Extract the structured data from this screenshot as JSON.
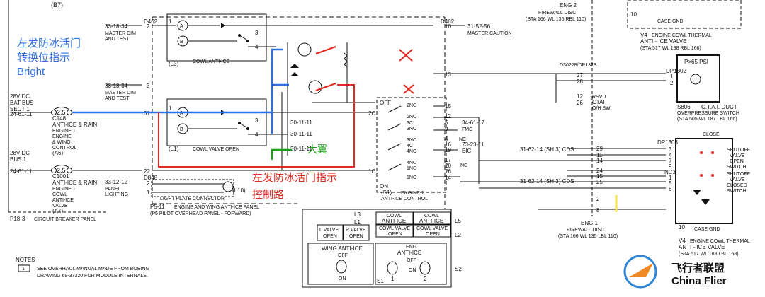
{
  "left": {
    "b7": "(B7)",
    "dc_bat": "28V DC",
    "bat_bus": "BAT BUS",
    "sect1": "SECT 1",
    "ref_a": "24-61-11",
    "pin_25a": "2.5",
    "c148": "C148",
    "anti_ice_rain_a": "ANTI-ICE & RAIN",
    "engine1_a": "ENGINE 1",
    "engine_a": "ENGINE",
    "wing": "& WING",
    "control": "CONTROL",
    "a6": "(A6)",
    "dc_bus": "28V DC",
    "bus1": "BUS 1",
    "ref_b": "24-61-11",
    "pin_25b": "2.5",
    "c1001": "C1001",
    "anti_ice_rain_b": "ANTI-ICE & RAIN",
    "engine1_b": "ENGINE 1",
    "cowl": "COWL",
    "anti_ice_b": "ANTI-ICE",
    "valve": "VALVE",
    "a7": "(A7)",
    "p18": "P18-3",
    "cb_panel": "CIRCUIT BREAKER PANEL"
  },
  "mid_left": {
    "ref1": "33-18-34",
    "master_dim1": "MASTER DIM",
    "and_test1": "AND TEST",
    "ref2": "33-18-34",
    "master_dim2": "MASTER DIM",
    "and_test2": "AND TEST",
    "d462": "D462",
    "pin2": "2",
    "pin3": "3",
    "pin31": "31",
    "pin22": "22",
    "d848": "D848",
    "pin2b": "2",
    "pin1b": "1",
    "ref3": "33-12-12",
    "panel": "PANEL",
    "lighting": "LIGHTING",
    "light_plate": "LIGHT PLATE CONNECTOR",
    "l10": "(L10)",
    "p5": "P5-11",
    "p5_desc1": "ENGINE AND WING ANTI-ICE PANEL",
    "p5_desc2": "(P5 PILOT OVERHEAD PANEL - FORWARD)"
  },
  "modules": {
    "l3": "(L3)",
    "l3_title": "COWL ANTI-ICE",
    "l1": "(L1)",
    "l1_title": "COWL VALVE OPEN",
    "bulb_a": "A",
    "bulb_b": "B",
    "ref_30a": "30-11-11",
    "ref_30b": "30-11-11",
    "ref_30c": "30-11-11",
    "pin1": "1",
    "pin2": "2",
    "pin3": "3",
    "pin4": "4"
  },
  "switch": {
    "off": "OFF",
    "on": "ON",
    "s1": "(S1)",
    "label1": "ENGINE 1",
    "label2": "ANTI-ICE CONTROL",
    "contacts": [
      "2NC",
      "2NO",
      "3C",
      "3NO",
      "3NC",
      "4C",
      "4NO",
      "4NC",
      "1NC",
      "1NO"
    ],
    "c2": "2C",
    "c1": "1C",
    "pins": [
      "15",
      "12",
      "5",
      "9",
      "4",
      "16",
      "19",
      "17",
      "20",
      "26",
      "14"
    ],
    "ref_fmc": "34-61-17",
    "fmc": "FMC",
    "nc": "NC",
    "ref_eic": "73-23-11",
    "eic": "EIC",
    "nc2": "NC"
  },
  "center": {
    "d462b": "D462",
    "p10": "10",
    "p13": "13",
    "ref_mc": "31-52-56",
    "master_caution": "MASTER CAUTION",
    "eng2": "ENG 2",
    "fw_disc2": "FIREWALL DISC",
    "sta2": "(STA 166 WL 135 RBL 110)",
    "d30228": "D30228/DP1328",
    "p27": "27",
    "p28": "28",
    "p12": "12",
    "p26": "26",
    "rsvd": "RSVD",
    "ctai": "CTAI",
    "oh_sw": "O/H SW",
    "cds1": "31-62-14 (SH 3) CDS",
    "cds2": "31-62-14 (SH 3) CDS",
    "r29": "29",
    "r11": "11",
    "r14": "14",
    "r24": "24",
    "r15": "15",
    "r25": "25",
    "r2": "2",
    "r8": "8",
    "eng1": "ENG 1",
    "fw_disc1": "FIREWALL DISC",
    "sta1": "(STA 166 WL 135 LBL 110)"
  },
  "right": {
    "p10": "10",
    "case_gnd1": "CASE GND",
    "v4_top": "V4",
    "cowl_thermal1": "ENGINE COWL THERMAL",
    "anti_ice_valve1": "ANTI - ICE VALVE",
    "sta_v4_top": "(STA 517 WL 188 RBL 168)",
    "psi": "P>65 PSI",
    "dp1302": "DP1302",
    "p1": "1",
    "p2": "2",
    "s806": "S806",
    "duct": "C.T.A.I. DUCT",
    "ovp": "OVERPRESSURE SWITCH",
    "sta_s806": "(STA 505 WL 187 LBL 166)",
    "close": "CLOSE",
    "dp1303": "DP1303",
    "pins": [
      "3",
      "4",
      "7",
      "9",
      "NC3",
      "1",
      "5",
      "6"
    ],
    "shutoff1": "SHUTOFF",
    "valve1": "VALVE",
    "open1": "OPEN",
    "switch1": "SWITCH",
    "shutoff2": "SHUTOFF",
    "valve2": "VALVE",
    "closed2": "CLOSED",
    "switch2": "SWITCH",
    "p10b": "10",
    "case_gnd2": "CASE GND",
    "v4_bot": "V4",
    "cowl_thermal2": "ENGINE COWL THERMAL",
    "anti_ice_valve2": "ANTI - ICE VALVE",
    "sta_v4_bot": "(STA 517 WL 188 LBL 168)"
  },
  "panel": {
    "l3": "L3",
    "l1": "L1",
    "l5": "L5",
    "l2": "L2",
    "cowl_anti_ice_a": "COWL",
    "cowl_anti_ice_b": "ANTI-ICE",
    "cowl_anti_ice_c": "COWL",
    "cowl_anti_ice_d": "ANTI-ICE",
    "cowl_valve_open_a": "COWL VALVE",
    "cowl_valve_open_b": "OPEN",
    "cowl_valve_open_c": "COWL VALVE",
    "cowl_valve_open_d": "OPEN",
    "l_valve_a": "L VALVE",
    "l_valve_b": "OPEN",
    "r_valve_a": "R VALVE",
    "r_valve_b": "OPEN",
    "wing_anti_ice": "WING ANTI-ICE",
    "off1": "OFF",
    "on1": "ON",
    "eng": "ENG",
    "eng_anti_ice": "ANTI-ICE",
    "off2": "OFF",
    "on2": "ON",
    "one": "1",
    "two": "2",
    "s1": "S1",
    "s2": "S2"
  },
  "notes": {
    "title": "NOTES",
    "num": "1",
    "line1": "SEE OVERHAUL MANUAL MADE FROM BOEING",
    "line2": "DRAWING 69-37320 FOR MODULE INTERNALS."
  },
  "annotations": {
    "blue1": "左发防冰活门",
    "blue2": "转换位指示",
    "blue3": "Bright",
    "green": "大翼",
    "red1": "左发防冰活门指示",
    "red2": "控制路"
  },
  "watermark": {
    "cn": "飞行者联盟",
    "en": "China Flier"
  },
  "colors": {
    "wire": "#111111",
    "blue_annotation": "#2f6fe0",
    "red_annotation": "#e02a1f",
    "green_annotation": "#1b9e1b",
    "highlight": "#f1e34a",
    "watermark_orange": "#f08a24",
    "watermark_blue": "#2f86d6"
  }
}
